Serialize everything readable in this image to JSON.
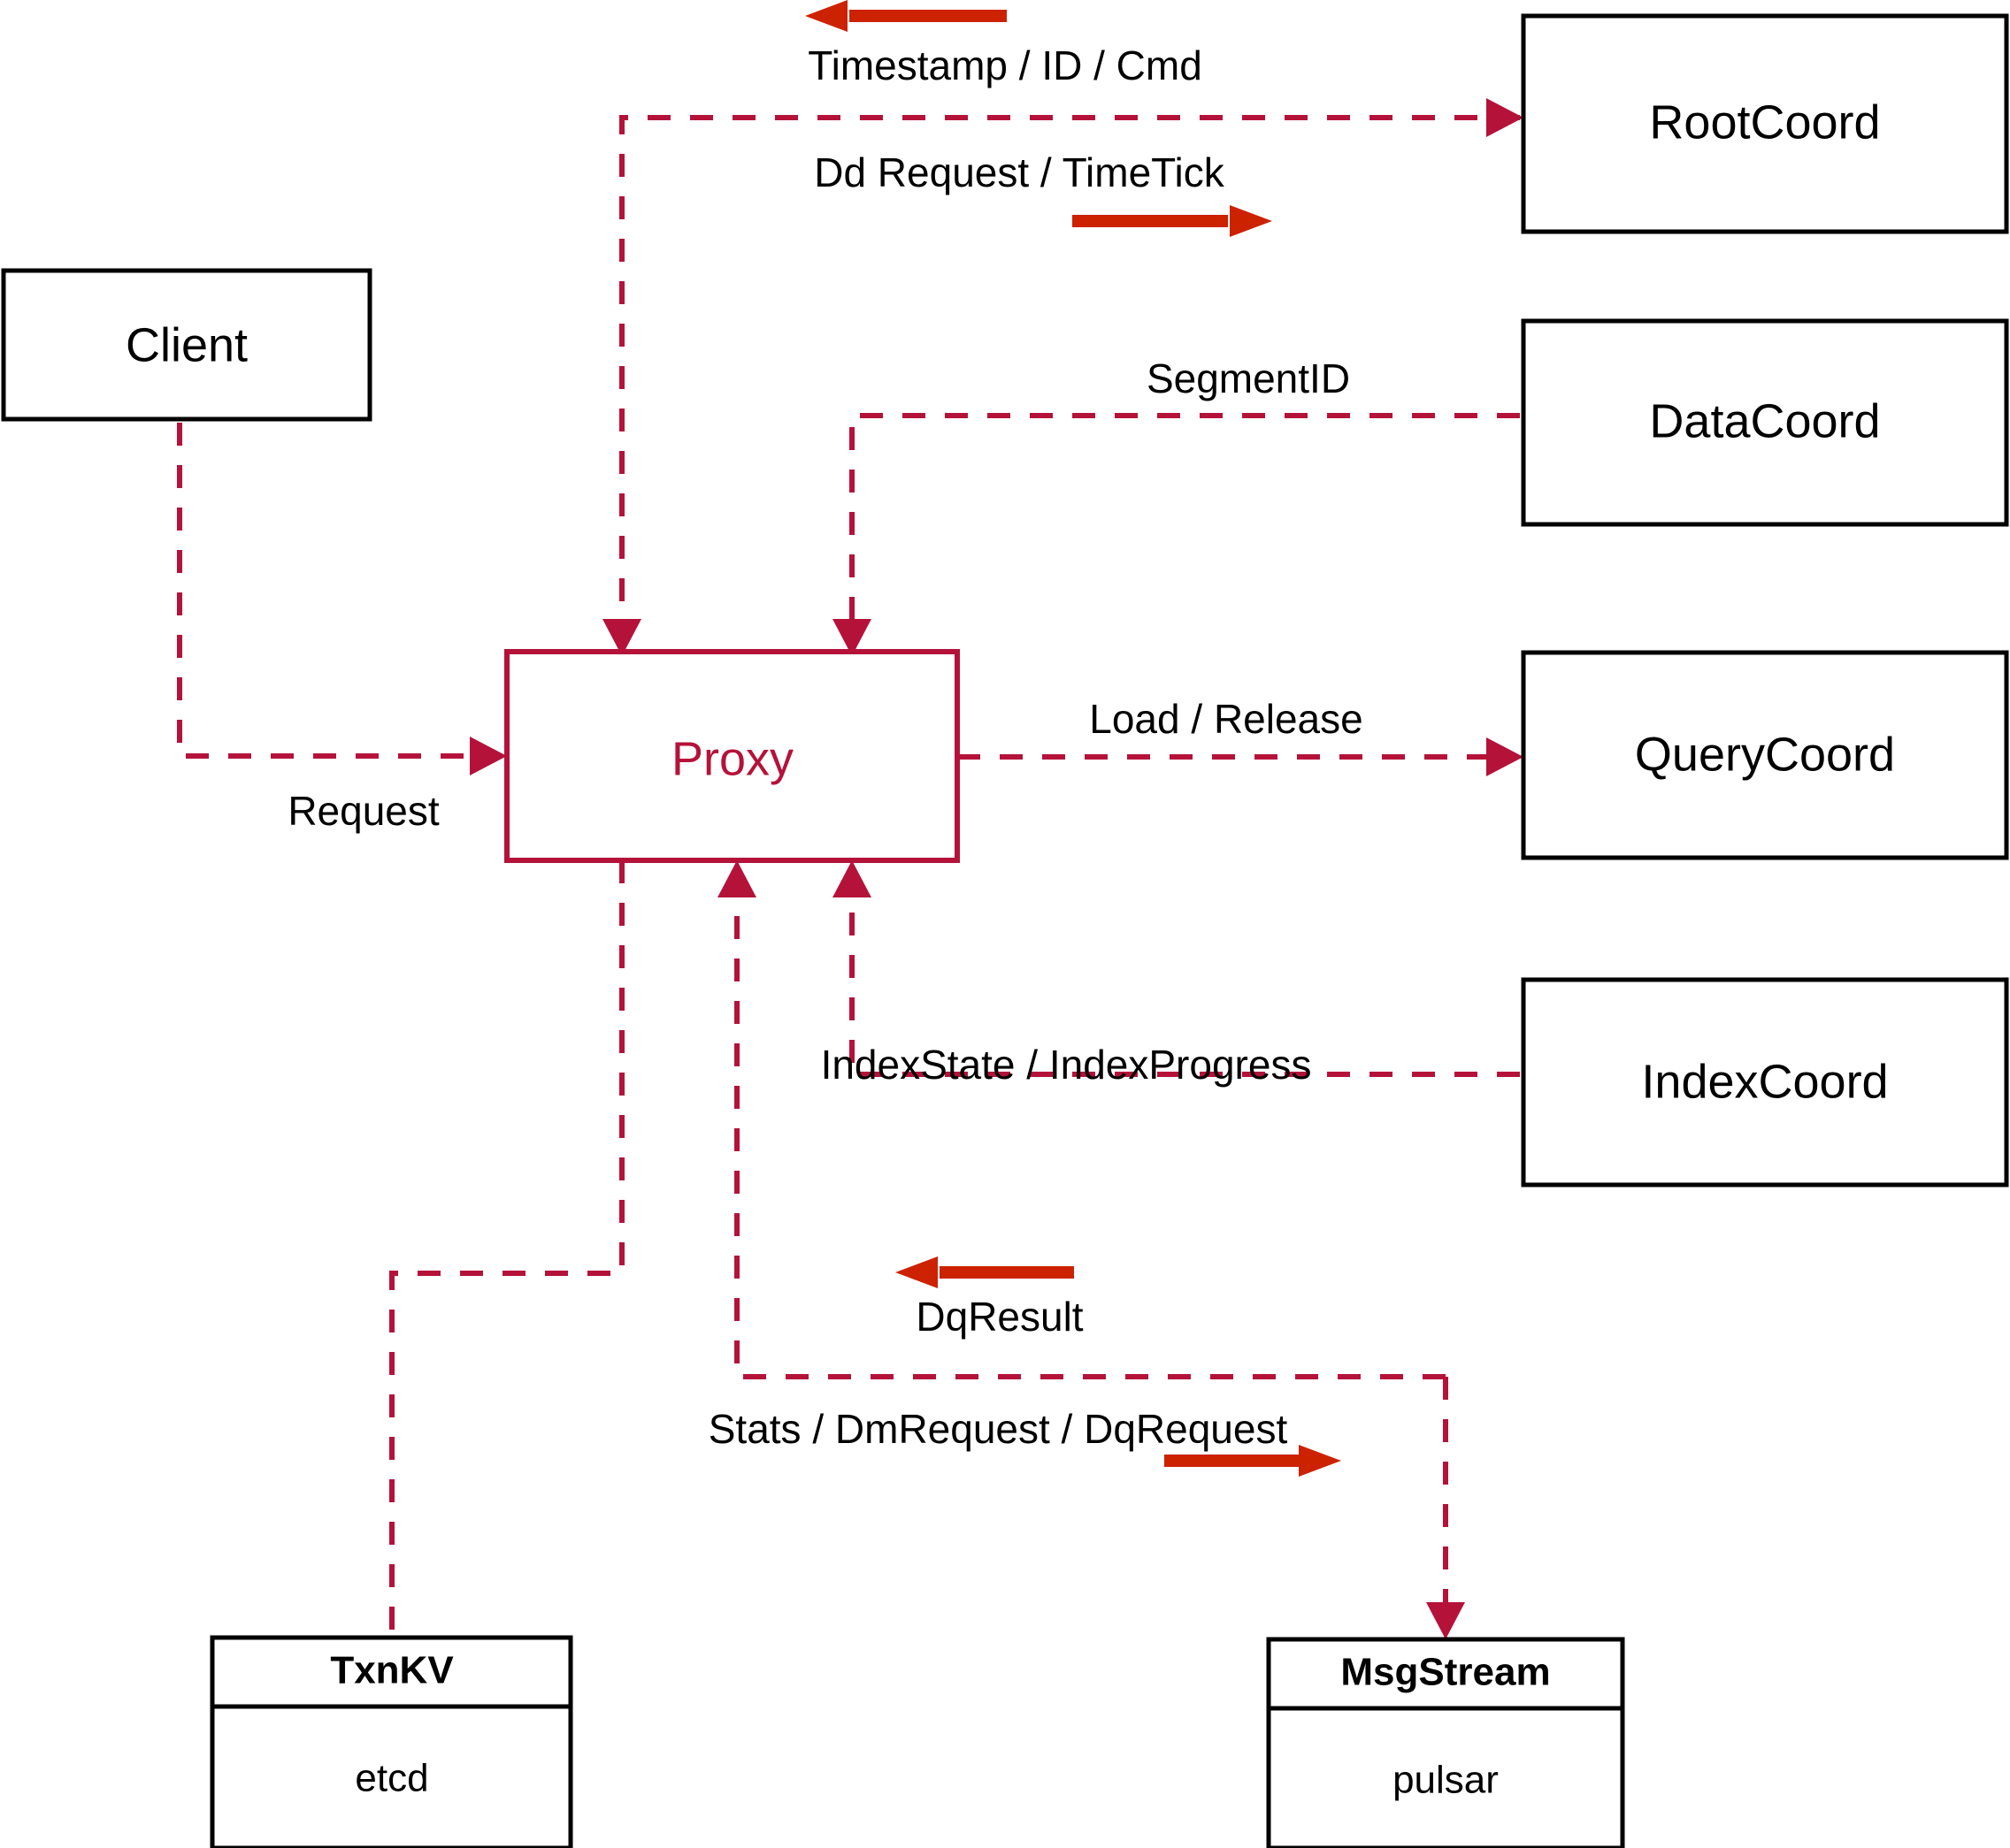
{
  "diagram": {
    "title": "Milvus Proxy interaction diagram",
    "colors": {
      "accent": "#b5123a",
      "arrow": "#cc2200",
      "node_stroke": "#000000",
      "background": "#ffffff"
    },
    "nodes": {
      "client": {
        "label": "Client"
      },
      "proxy": {
        "label": "Proxy"
      },
      "root_coord": {
        "label": "RootCoord"
      },
      "data_coord": {
        "label": "DataCoord"
      },
      "query_coord": {
        "label": "QueryCoord"
      },
      "index_coord": {
        "label": "IndexCoord"
      },
      "txnkv": {
        "label": "TxnKV",
        "sub": "etcd"
      },
      "msgstream": {
        "label": "MsgStream",
        "sub": "pulsar"
      }
    },
    "edges": {
      "timestamp_id_cmd": {
        "label": "Timestamp / ID / Cmd",
        "from": "RootCoord",
        "to": "Proxy",
        "direction": "left"
      },
      "dd_request_timetick": {
        "label": "Dd Request / TimeTick",
        "from": "Proxy",
        "to": "RootCoord",
        "direction": "right"
      },
      "segment_id": {
        "label": "SegmentID",
        "from": "DataCoord",
        "to": "Proxy",
        "direction": "left"
      },
      "load_release": {
        "label": "Load / Release",
        "from": "Proxy",
        "to": "QueryCoord",
        "direction": "right"
      },
      "index_state_progress": {
        "label": "IndexState / IndexProgress",
        "from": "IndexCoord",
        "to": "Proxy",
        "direction": "left"
      },
      "request": {
        "label": "Request",
        "from": "Client",
        "to": "Proxy",
        "direction": "right"
      },
      "dq_result": {
        "label": "DqResult",
        "from": "MsgStream",
        "to": "Proxy",
        "direction": "left"
      },
      "stats_dm_dq_request": {
        "label": "Stats / DmRequest / DqRequest",
        "from": "Proxy",
        "to": "MsgStream",
        "direction": "right"
      }
    }
  }
}
